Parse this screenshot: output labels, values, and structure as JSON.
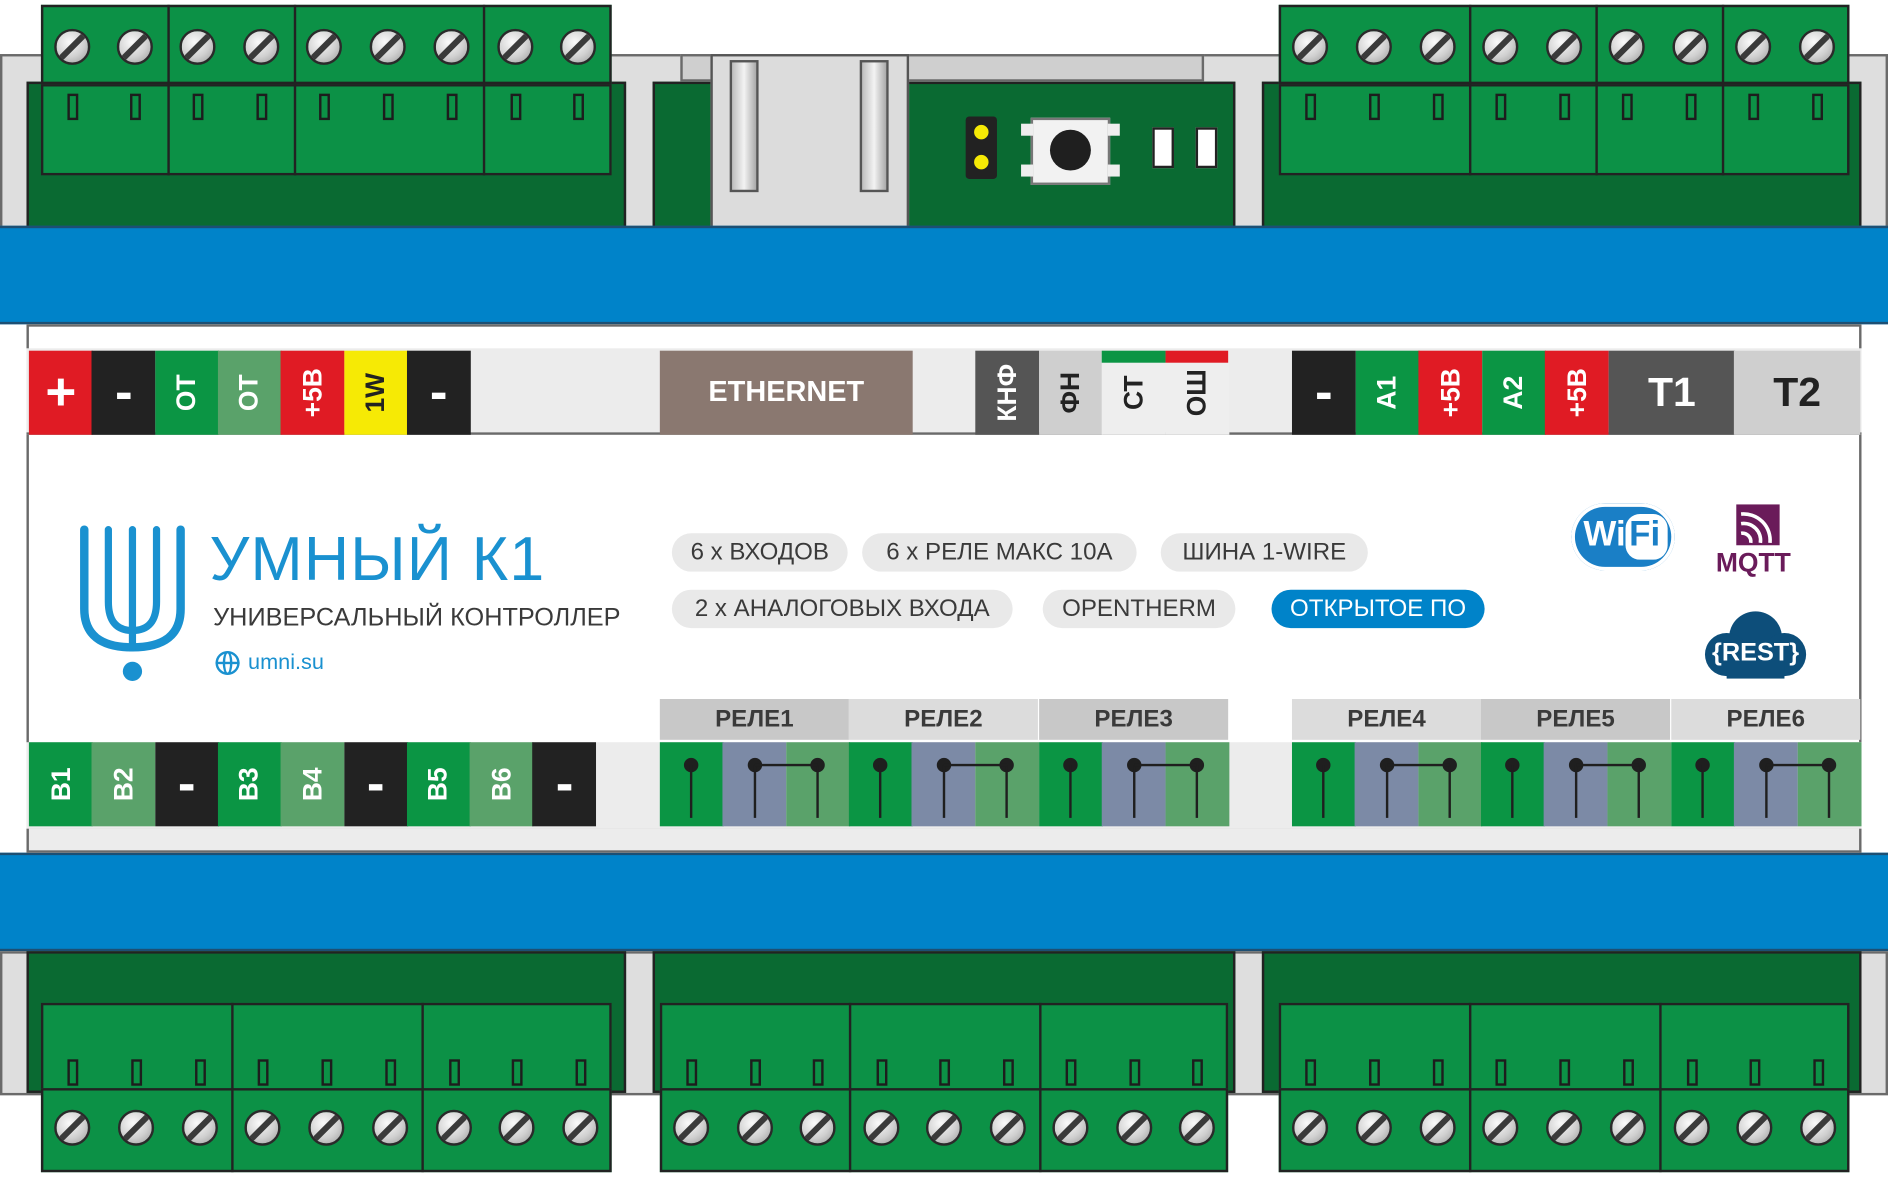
{
  "brand": {
    "name": "УМНЫЙ К1",
    "subtitle": "УНИВЕРСАЛЬНЫЙ КОНТРОЛЛЕР",
    "website": "umni.su"
  },
  "features": [
    "6 х ВХОДОВ",
    "6 х РЕЛЕ МАКС 10А",
    "ШИНА 1-WIRE",
    "2 х АНАЛОГОВЫХ ВХОДА",
    "OPENTHERM",
    "ОТКРЫТОЕ ПО"
  ],
  "protocols": {
    "wifi_left": "Wi",
    "wifi_right": "Fi",
    "mqtt": "MQTT",
    "rest": "{REST}"
  },
  "top_left_terminals": [
    "+",
    "-",
    "OT",
    "OT",
    "+5В",
    "1W",
    "-"
  ],
  "ethernet_label": "ETHERNET",
  "mid_terminals": [
    "КНФ",
    "ФН",
    "СТ",
    "ОШ"
  ],
  "top_right_terminals": [
    "-",
    "A1",
    "+5В",
    "A2",
    "+5В"
  ],
  "temp_terminals": [
    "T1",
    "T2"
  ],
  "bottom_left_terminals": [
    "B1",
    "B2",
    "-",
    "B3",
    "B4",
    "-",
    "B5",
    "B6",
    "-"
  ],
  "relays": [
    "РЕЛЕ1",
    "РЕЛЕ2",
    "РЕЛЕ3",
    "РЕЛЕ4",
    "РЕЛЕ5",
    "РЕЛЕ6"
  ],
  "colors": {
    "red": "#e01b24",
    "black": "#222222",
    "green": "#0b9544",
    "light_green": "#5aa26a",
    "yellow": "#f6ea05",
    "taupe": "#8a7870",
    "dark_gray": "#555555",
    "light_gray": "#cfcfcf",
    "blue": "#0083c9",
    "slate": "#7c8aa6",
    "pcb_green": "#0a6a32",
    "terminal_green": "#0c9146"
  }
}
